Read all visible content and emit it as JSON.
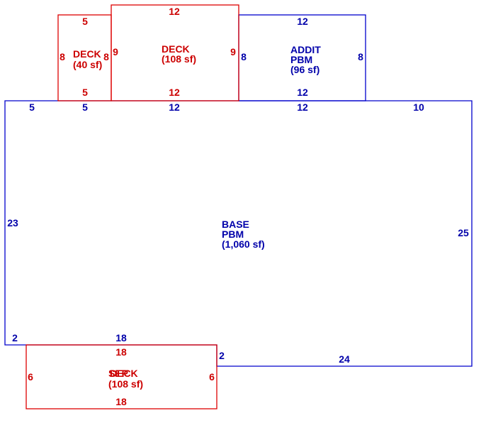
{
  "colors": {
    "base": "#0000aa",
    "deck": "#cc0000"
  },
  "areas": {
    "deck_small": {
      "l1": "DECK",
      "l2": "(40 sf)"
    },
    "deck_top": {
      "l1": "DECK",
      "l2": "(108 sf)"
    },
    "addit": {
      "l1": "ADDIT",
      "l2": "PBM",
      "l3": "(96 sf)"
    },
    "base": {
      "l1": "BASE",
      "l2": "PBM",
      "l3": "(1,060 sf)"
    },
    "deck_bottom": {
      "l1": "DECK",
      "l1_overlap": "SEP",
      "l2": "(108 sf)"
    }
  },
  "dims": {
    "deck_small_top": "5",
    "deck_small_left": "8",
    "deck_small_right": "8",
    "deck_small_bottom": "5",
    "deck_top_top": "12",
    "deck_top_left": "9",
    "deck_top_right": "9",
    "deck_top_bottom": "12",
    "addit_top": "12",
    "addit_left": "8",
    "addit_right": "8",
    "addit_bottom": "12",
    "base_top_a": "5",
    "base_top_b": "5",
    "base_top_c": "12",
    "base_top_d": "12",
    "base_top_e": "10",
    "base_left": "23",
    "base_right": "25",
    "base_bottom_left": "2",
    "base_bottom_mid": "18",
    "base_step": "2",
    "base_bottom_right": "24",
    "deck_bottom_top": "18",
    "deck_bottom_left": "6",
    "deck_bottom_right": "6",
    "deck_bottom_bottom": "18"
  }
}
